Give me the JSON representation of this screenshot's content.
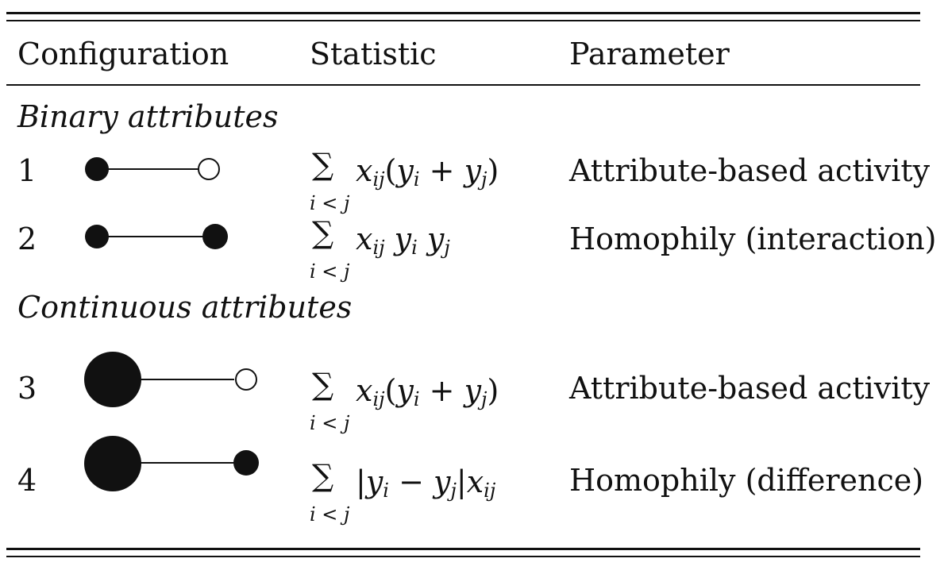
{
  "table": {
    "headers": {
      "configuration": "Configuration",
      "statistic": "Statistic",
      "parameter": "Parameter"
    },
    "sections": [
      {
        "title": "Binary attributes"
      },
      {
        "title": "Continuous attributes"
      }
    ],
    "rows": [
      {
        "index": "1",
        "parameter": "Attribute-based activity",
        "sum_limit": "i < j"
      },
      {
        "index": "2",
        "parameter": "Homophily (interaction)",
        "sum_limit": "i < j"
      },
      {
        "index": "3",
        "parameter": "Attribute-based activity",
        "sum_limit": "i < j"
      },
      {
        "index": "4",
        "parameter": "Homophily (difference)",
        "sum_limit": "i < j"
      }
    ]
  }
}
